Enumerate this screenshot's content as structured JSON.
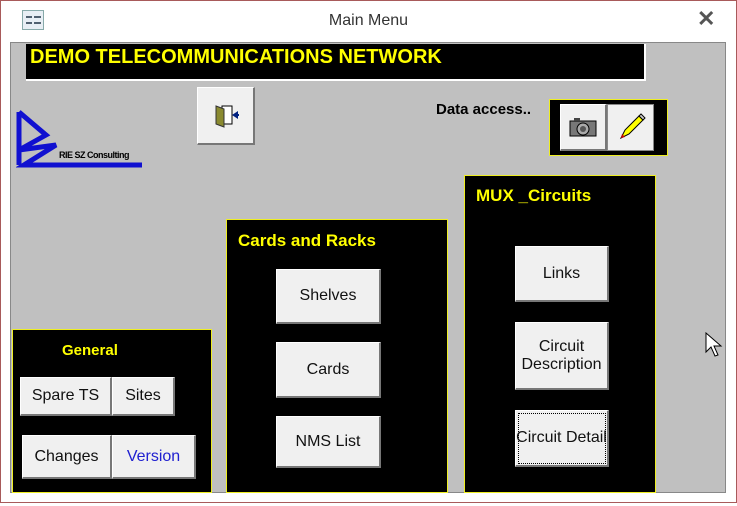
{
  "window": {
    "title": "Main Menu",
    "close_label": "✕"
  },
  "header": {
    "title": "DEMO TELECOMMUNICATIONS NETWORK"
  },
  "logo": {
    "text": "RIE SZ Consulting"
  },
  "data_access": {
    "label": "Data access.."
  },
  "mux": {
    "title": "MUX _Circuits",
    "buttons": [
      "Links",
      "Circuit Description",
      "Circuit Detail"
    ]
  },
  "cards": {
    "title": "Cards and Racks",
    "buttons": [
      "Shelves",
      "Cards",
      "NMS List"
    ]
  },
  "general": {
    "title": "General",
    "buttons": [
      "Spare TS",
      "Sites",
      "Changes",
      "Version"
    ]
  },
  "colors": {
    "accent": "#ffff00",
    "panel": "#000000",
    "form": "#c0c0c0",
    "link": "#2020d0"
  }
}
